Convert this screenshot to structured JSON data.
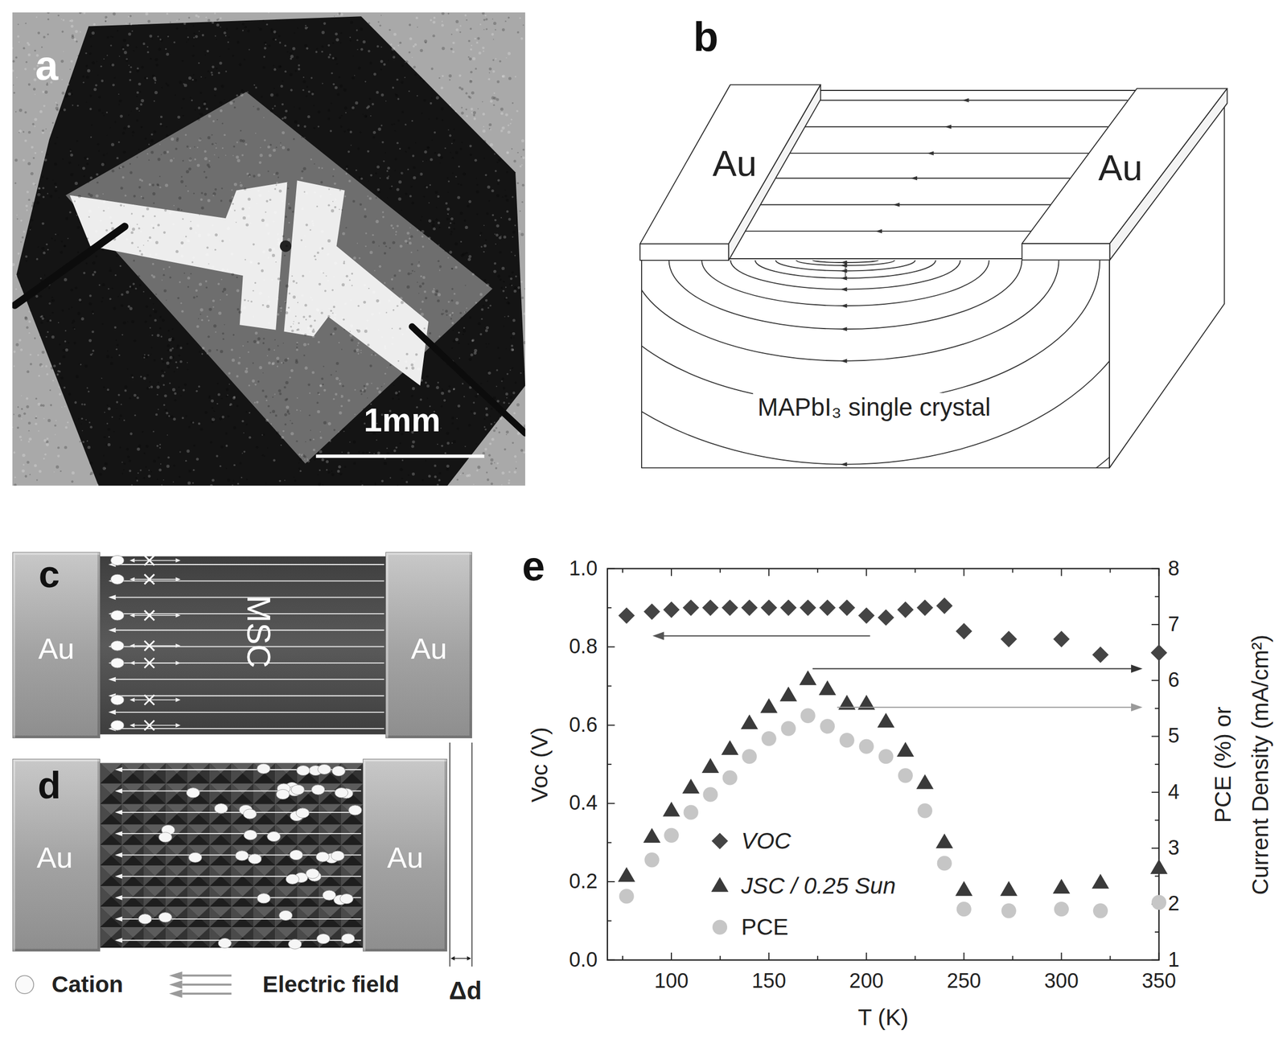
{
  "diagram": {
    "nodes": [
      {
        "text": [
          "Au"
        ]
      },
      {
        "text": [
          "Au"
        ]
      },
      {
        "text": [
          "MAPbI₃ single crystal"
        ]
      },
      {
        "text": [
          "Au"
        ]
      },
      {
        "text": [
          "MSC"
        ]
      },
      {
        "text": [
          "Au"
        ]
      },
      {
        "text": [
          "Au"
        ]
      },
      {
        "text": [
          "Au"
        ]
      }
    ],
    "labels": [
      "a",
      "1mm",
      "b",
      "c",
      "d",
      "Cation",
      "Electric field",
      "Δd",
      "e",
      "0.0",
      "0.2",
      "0.4",
      "0.6",
      "0.8",
      "1.0",
      "1",
      "2",
      "3",
      "4",
      "5",
      "6",
      "7",
      "8",
      "100",
      "150",
      "200",
      "250",
      "300",
      "350",
      "T (K)",
      "Voc (V)",
      "PCE (%) or",
      "Current Density (mA/cm²)"
    ],
    "legend": [
      {
        "text": "VOC"
      },
      {
        "text": "JSC / 0.25 Sun"
      },
      {
        "text": "PCE"
      }
    ]
  }
}
